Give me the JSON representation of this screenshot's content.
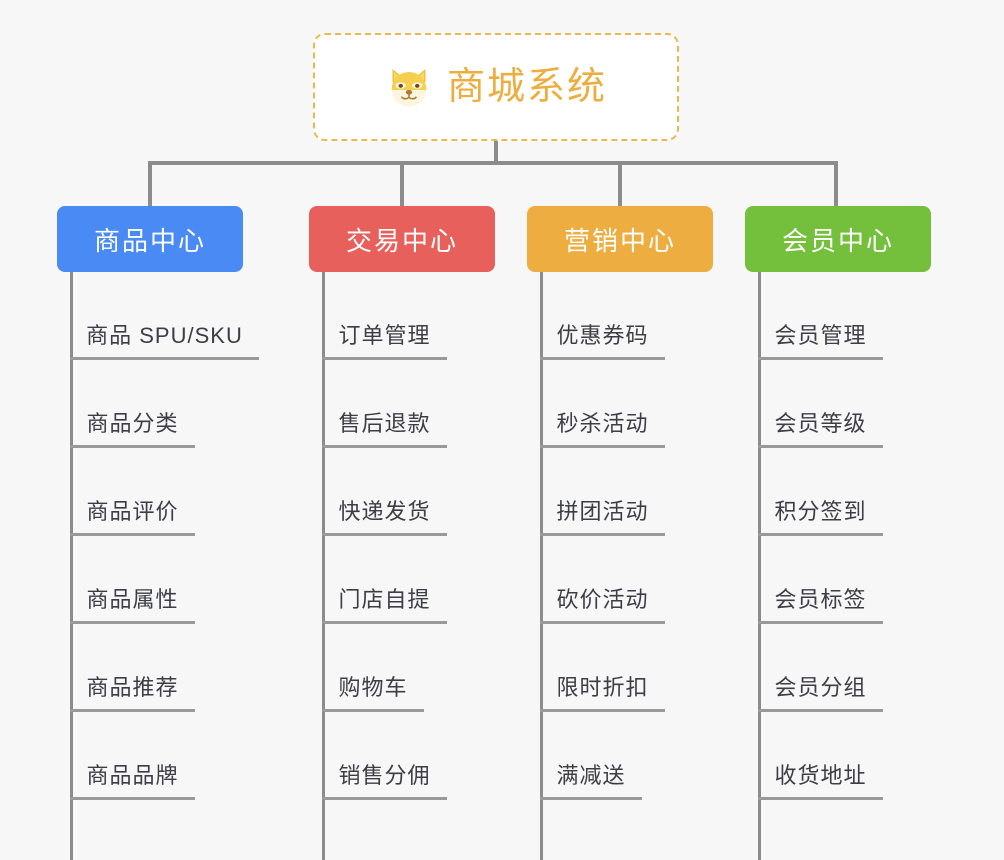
{
  "page": {
    "background_color": "#f7f7f7",
    "type": "mindmap"
  },
  "root": {
    "title": "商城系统",
    "icon": "shiba-dog-icon",
    "text_color": "#eead3f",
    "border_color": "#ecb84e",
    "background": "#ffffff"
  },
  "branches": [
    {
      "title": "商品中心",
      "color": "#4a8af4",
      "items": [
        "商品 SPU/SKU",
        "商品分类",
        "商品评价",
        "商品属性",
        "商品推荐",
        "商品品牌"
      ]
    },
    {
      "title": "交易中心",
      "color": "#e8605c",
      "items": [
        "订单管理",
        "售后退款",
        "快递发货",
        "门店自提",
        "购物车",
        "销售分佣"
      ]
    },
    {
      "title": "营销中心",
      "color": "#eead40",
      "items": [
        "优惠券码",
        "秒杀活动",
        "拼团活动",
        "砍价活动",
        "限时折扣",
        "满减送"
      ]
    },
    {
      "title": "会员中心",
      "color": "#74bf3c",
      "items": [
        "会员管理",
        "会员等级",
        "积分签到",
        "会员标签",
        "会员分组",
        "收货地址"
      ]
    }
  ],
  "connector_color": "#8c8c8c",
  "leaf_underline_color": "#9a9a9a",
  "leaf_text_color": "#3d3d45"
}
